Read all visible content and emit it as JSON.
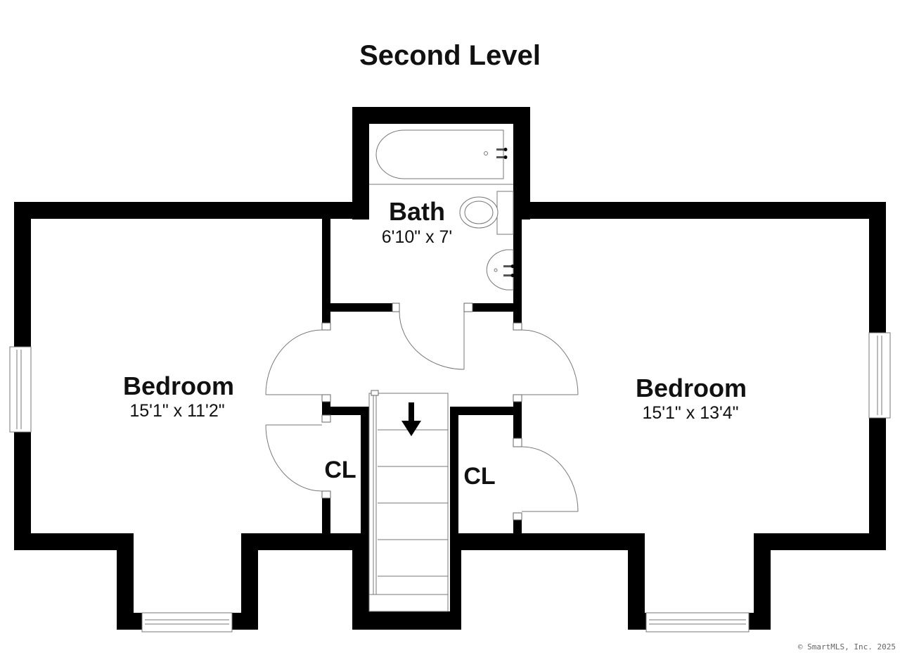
{
  "title": "Second Level",
  "rooms": {
    "bath": {
      "name": "Bath",
      "dims": "6'10\" x 7'"
    },
    "bedroom_left": {
      "name": "Bedroom",
      "dims": "15'1\" x 11'2\""
    },
    "bedroom_right": {
      "name": "Bedroom",
      "dims": "15'1\" x 13'4\""
    },
    "closet_left": {
      "name": "CL"
    },
    "closet_right": {
      "name": "CL"
    }
  },
  "copyright": "© SmartMLS, Inc. 2025",
  "colors": {
    "wall": "#000000",
    "fixture_line": "#777777",
    "background": "#ffffff"
  },
  "icons": {
    "stairs_direction": "arrow-down-icon"
  }
}
